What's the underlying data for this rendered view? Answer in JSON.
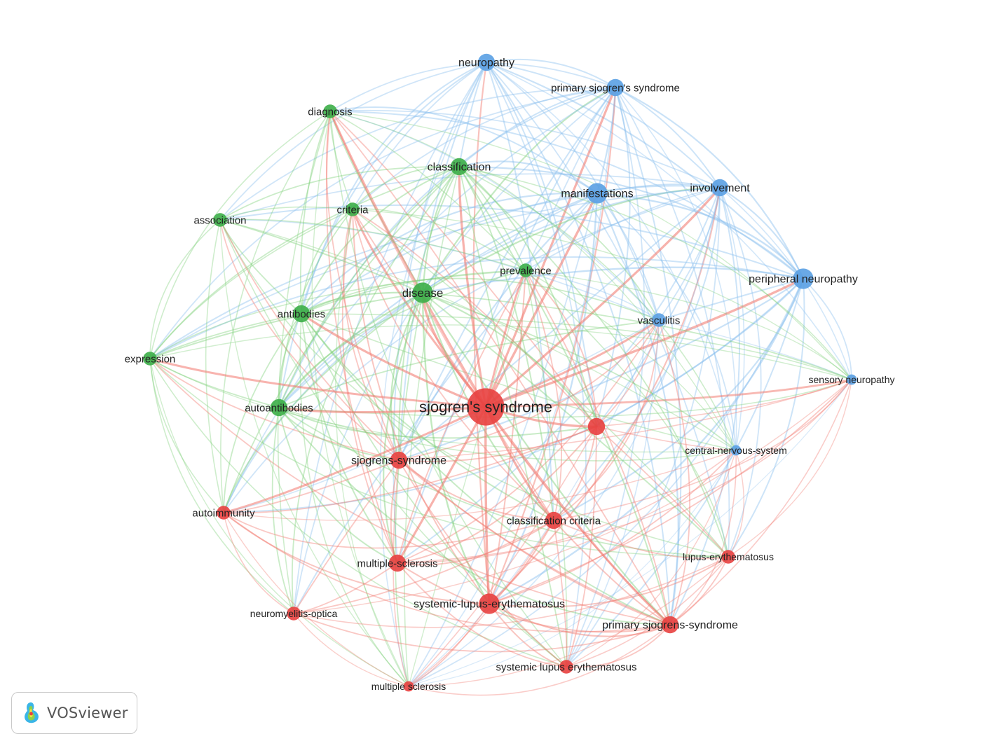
{
  "colors": {
    "cluster_red": "#e8403f",
    "cluster_green": "#3cae48",
    "cluster_blue": "#5aa0e3",
    "edge_red": "#f27a70",
    "edge_green": "#7fd07a",
    "edge_blue": "#8cc0ee"
  },
  "brand": {
    "name": "VOSviewer"
  },
  "nodes": [
    {
      "id": "neuropathy",
      "label": "neuropathy",
      "cluster": "blue",
      "weight": 3
    },
    {
      "id": "pss",
      "label": "primary sjogren's syndrome",
      "cluster": "blue",
      "weight": 3
    },
    {
      "id": "manifestations",
      "label": "manifestations",
      "cluster": "blue",
      "weight": 4
    },
    {
      "id": "involvement",
      "label": "involvement",
      "cluster": "blue",
      "weight": 3
    },
    {
      "id": "peripheral",
      "label": "peripheral neuropathy",
      "cluster": "blue",
      "weight": 4
    },
    {
      "id": "vasculitis",
      "label": "vasculitis",
      "cluster": "blue",
      "weight": 2
    },
    {
      "id": "sensory",
      "label": "sensory neuropathy",
      "cluster": "blue",
      "weight": 1
    },
    {
      "id": "cns",
      "label": "central-nervous-system",
      "cluster": "blue",
      "weight": 1
    },
    {
      "id": "diagnosis",
      "label": "diagnosis",
      "cluster": "green",
      "weight": 2
    },
    {
      "id": "classification",
      "label": "classification",
      "cluster": "green",
      "weight": 3
    },
    {
      "id": "criteria",
      "label": "criteria",
      "cluster": "green",
      "weight": 2
    },
    {
      "id": "association",
      "label": "association",
      "cluster": "green",
      "weight": 2
    },
    {
      "id": "prevalence",
      "label": "prevalence",
      "cluster": "green",
      "weight": 2
    },
    {
      "id": "disease",
      "label": "disease",
      "cluster": "green",
      "weight": 4
    },
    {
      "id": "antibodies",
      "label": "antibodies",
      "cluster": "green",
      "weight": 3
    },
    {
      "id": "expression",
      "label": "expression",
      "cluster": "green",
      "weight": 2
    },
    {
      "id": "autoantibodies",
      "label": "autoantibodies",
      "cluster": "green",
      "weight": 3
    },
    {
      "id": "sjs",
      "label": "sjogren's syndrome",
      "cluster": "red",
      "weight": 9
    },
    {
      "id": "unlabeled_red",
      "label": "",
      "cluster": "red",
      "weight": 3
    },
    {
      "id": "sjogrens_syn",
      "label": "sjogrens-syndrome",
      "cluster": "red",
      "weight": 3
    },
    {
      "id": "autoimmunity",
      "label": "autoimmunity",
      "cluster": "red",
      "weight": 2
    },
    {
      "id": "class_criteria",
      "label": "classification criteria",
      "cluster": "red",
      "weight": 3
    },
    {
      "id": "ms_hyphen",
      "label": "multiple-sclerosis",
      "cluster": "red",
      "weight": 3
    },
    {
      "id": "lupus_ery",
      "label": "lupus-erythematosus",
      "cluster": "red",
      "weight": 2
    },
    {
      "id": "sle_hyphen",
      "label": "systemic-lupus-erythematosus",
      "cluster": "red",
      "weight": 4
    },
    {
      "id": "nmo",
      "label": "neuromyelitis-optica",
      "cluster": "red",
      "weight": 2
    },
    {
      "id": "psjs",
      "label": "primary sjogrens-syndrome",
      "cluster": "red",
      "weight": 3
    },
    {
      "id": "sle_space",
      "label": "systemic lupus erythematosus",
      "cluster": "red",
      "weight": 2
    },
    {
      "id": "ms_space",
      "label": "multiple sclerosis",
      "cluster": "red",
      "weight": 1
    }
  ]
}
